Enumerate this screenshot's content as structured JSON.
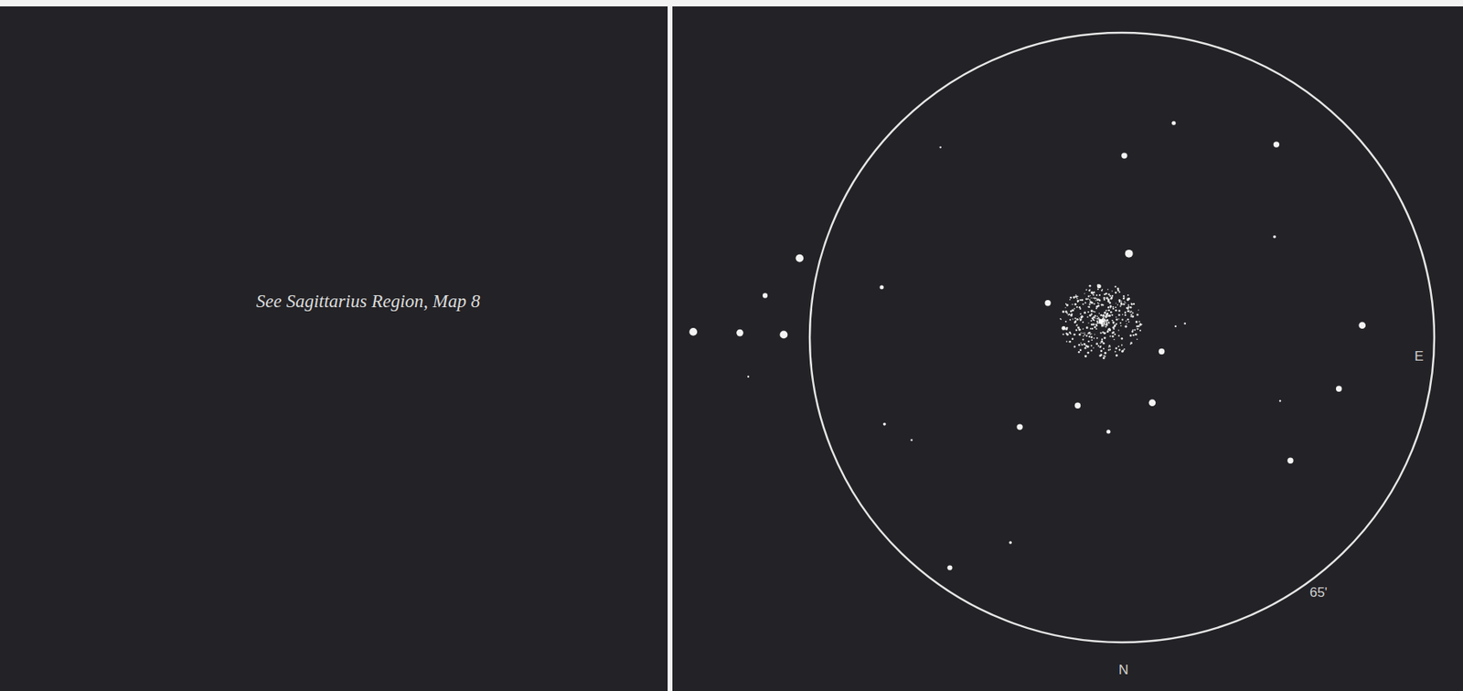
{
  "diagram": {
    "labels": [
      "See Sagittarius Region, Map 8",
      "E",
      "N",
      "65'"
    ]
  }
}
